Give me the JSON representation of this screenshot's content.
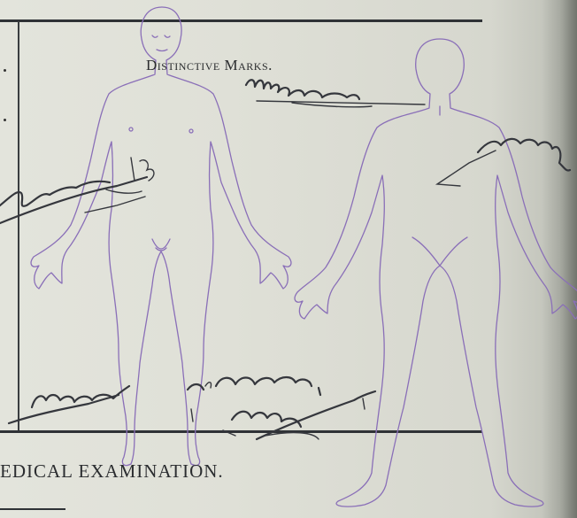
{
  "form": {
    "heading": "Distinctive Marks.",
    "footer_title": "EDICAL EXAMINATION."
  },
  "figures": [
    {
      "view": "front",
      "icon": "human-body-front-outline"
    },
    {
      "view": "back",
      "icon": "human-body-back-outline"
    }
  ],
  "handwritten_annotations": [
    "mole",
    "scar",
    "scar",
    "scar",
    "scar",
    "mole"
  ],
  "colors": {
    "paper": "#e3e4dc",
    "rule_ink": "#2f3236",
    "figure_outline": "#8a6fb8",
    "handwriting_ink": "#35373d"
  }
}
